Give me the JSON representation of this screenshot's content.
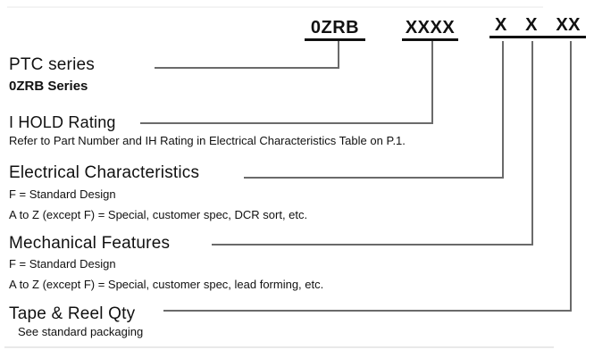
{
  "part_code": {
    "series": "0ZRB",
    "ih_rating": "XXXX",
    "electrical": "X",
    "mechanical": "X",
    "tape_reel": "XX"
  },
  "sections": [
    {
      "title": "PTC series",
      "lines": [
        "0ZRB Series"
      ]
    },
    {
      "title": "I HOLD Rating",
      "lines": [
        "Refer to Part Number and IH Rating in Electrical Characteristics Table on P.1."
      ]
    },
    {
      "title": "Electrical Characteristics",
      "lines": [
        "F = Standard Design",
        "A to Z (except F) = Special, customer spec, DCR sort, etc."
      ]
    },
    {
      "title": "Mechanical Features",
      "lines": [
        "F = Standard Design",
        "A to Z (except F) = Special, customer spec, lead forming, etc."
      ]
    },
    {
      "title": "Tape & Reel Qty",
      "lines": [
        "See standard packaging"
      ]
    }
  ],
  "colors": {
    "connector_line": "#6a6a6a",
    "segment_underline": "#111111",
    "text": "#111111",
    "faint_rule": "#e9e9e9",
    "background": "#ffffff"
  }
}
